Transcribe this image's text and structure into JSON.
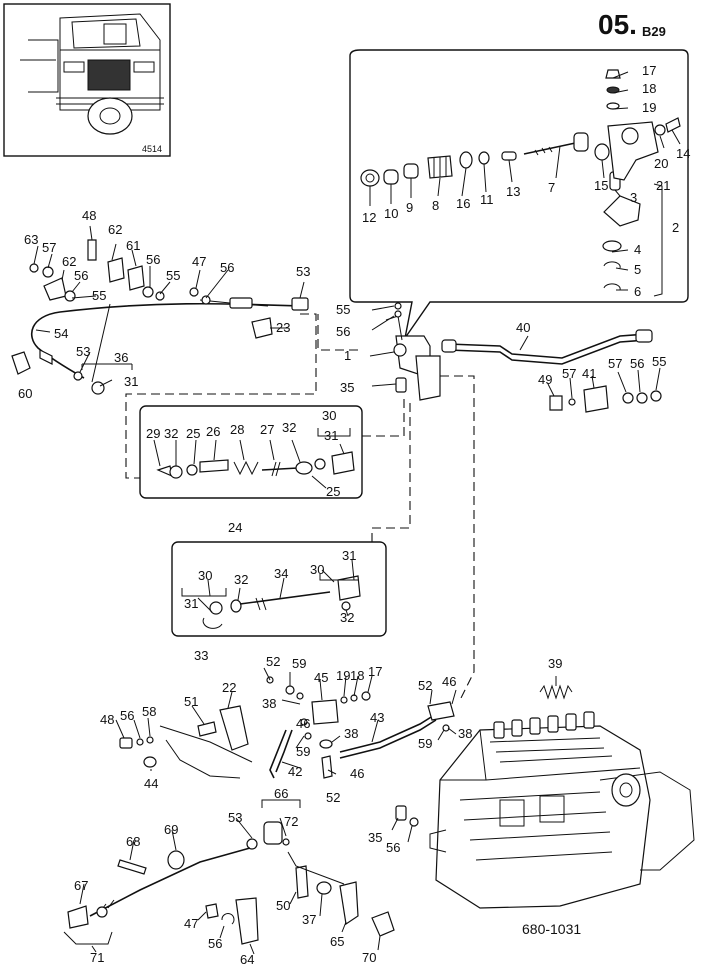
{
  "page": {
    "section": "05.",
    "section_suffix": "B29",
    "drawing_number": "680-1031",
    "inset_number": "4514"
  },
  "callouts": [
    {
      "id": "c17",
      "text": "17"
    },
    {
      "id": "c18",
      "text": "18"
    },
    {
      "id": "c19",
      "text": "19"
    },
    {
      "id": "c14",
      "text": "14"
    },
    {
      "id": "c20",
      "text": "20"
    },
    {
      "id": "c21",
      "text": "21"
    },
    {
      "id": "c15",
      "text": "15"
    },
    {
      "id": "c3",
      "text": "3"
    },
    {
      "id": "c2",
      "text": "2"
    },
    {
      "id": "c4",
      "text": "4"
    },
    {
      "id": "c5",
      "text": "5"
    },
    {
      "id": "c6",
      "text": "6"
    },
    {
      "id": "c7",
      "text": "7"
    },
    {
      "id": "c13",
      "text": "13"
    },
    {
      "id": "c11",
      "text": "11"
    },
    {
      "id": "c16",
      "text": "16"
    },
    {
      "id": "c8",
      "text": "8"
    },
    {
      "id": "c9",
      "text": "9"
    },
    {
      "id": "c10",
      "text": "10"
    },
    {
      "id": "c12",
      "text": "12"
    },
    {
      "id": "c48a",
      "text": "48"
    },
    {
      "id": "c63",
      "text": "63"
    },
    {
      "id": "c57a",
      "text": "57"
    },
    {
      "id": "c62a",
      "text": "62"
    },
    {
      "id": "c61",
      "text": "61"
    },
    {
      "id": "c62b",
      "text": "62"
    },
    {
      "id": "c56a",
      "text": "56"
    },
    {
      "id": "c56b",
      "text": "56"
    },
    {
      "id": "c55a",
      "text": "55"
    },
    {
      "id": "c47a",
      "text": "47"
    },
    {
      "id": "c56c",
      "text": "56"
    },
    {
      "id": "c53a",
      "text": "53"
    },
    {
      "id": "c55b",
      "text": "55"
    },
    {
      "id": "c23",
      "text": "23"
    },
    {
      "id": "c54",
      "text": "54"
    },
    {
      "id": "c53b",
      "text": "53"
    },
    {
      "id": "c36",
      "text": "36"
    },
    {
      "id": "c31a",
      "text": "31"
    },
    {
      "id": "c60",
      "text": "60"
    },
    {
      "id": "c55c",
      "text": "55"
    },
    {
      "id": "c56d",
      "text": "56"
    },
    {
      "id": "c1",
      "text": "1"
    },
    {
      "id": "c35a",
      "text": "35"
    },
    {
      "id": "c40",
      "text": "40"
    },
    {
      "id": "c49",
      "text": "49"
    },
    {
      "id": "c57b",
      "text": "57"
    },
    {
      "id": "c41",
      "text": "41"
    },
    {
      "id": "c57c",
      "text": "57"
    },
    {
      "id": "c56e",
      "text": "56"
    },
    {
      "id": "c55d",
      "text": "55"
    },
    {
      "id": "c29",
      "text": "29"
    },
    {
      "id": "c32a",
      "text": "32"
    },
    {
      "id": "c25a",
      "text": "25"
    },
    {
      "id": "c26",
      "text": "26"
    },
    {
      "id": "c28",
      "text": "28"
    },
    {
      "id": "c27",
      "text": "27"
    },
    {
      "id": "c32b",
      "text": "32"
    },
    {
      "id": "c30a",
      "text": "30"
    },
    {
      "id": "c31b",
      "text": "31"
    },
    {
      "id": "c25b",
      "text": "25"
    },
    {
      "id": "c24",
      "text": "24"
    },
    {
      "id": "c30b",
      "text": "30"
    },
    {
      "id": "c32c",
      "text": "32"
    },
    {
      "id": "c34",
      "text": "34"
    },
    {
      "id": "c30c",
      "text": "30"
    },
    {
      "id": "c31c",
      "text": "31"
    },
    {
      "id": "c31d",
      "text": "31"
    },
    {
      "id": "c32d",
      "text": "32"
    },
    {
      "id": "c33",
      "text": "33"
    },
    {
      "id": "c52a",
      "text": "52"
    },
    {
      "id": "c59a",
      "text": "59"
    },
    {
      "id": "c45",
      "text": "45"
    },
    {
      "id": "c19b",
      "text": "19"
    },
    {
      "id": "c18b",
      "text": "18"
    },
    {
      "id": "c17b",
      "text": "17"
    },
    {
      "id": "c22",
      "text": "22"
    },
    {
      "id": "c51",
      "text": "51"
    },
    {
      "id": "c38a",
      "text": "38"
    },
    {
      "id": "c48b",
      "text": "48"
    },
    {
      "id": "c56f",
      "text": "56"
    },
    {
      "id": "c58",
      "text": "58"
    },
    {
      "id": "c44",
      "text": "44"
    },
    {
      "id": "c46a",
      "text": "46"
    },
    {
      "id": "c38b",
      "text": "38"
    },
    {
      "id": "c59b",
      "text": "59"
    },
    {
      "id": "c42",
      "text": "42"
    },
    {
      "id": "c46b",
      "text": "46"
    },
    {
      "id": "c52b",
      "text": "52"
    },
    {
      "id": "c43",
      "text": "43"
    },
    {
      "id": "c52c",
      "text": "52"
    },
    {
      "id": "c46c",
      "text": "46"
    },
    {
      "id": "c59c",
      "text": "59"
    },
    {
      "id": "c38c",
      "text": "38"
    },
    {
      "id": "c39",
      "text": "39"
    },
    {
      "id": "c35b",
      "text": "35"
    },
    {
      "id": "c56g",
      "text": "56"
    },
    {
      "id": "c66",
      "text": "66"
    },
    {
      "id": "c53c",
      "text": "53"
    },
    {
      "id": "c72",
      "text": "72"
    },
    {
      "id": "c69",
      "text": "69"
    },
    {
      "id": "c68",
      "text": "68"
    },
    {
      "id": "c67",
      "text": "67"
    },
    {
      "id": "c71",
      "text": "71"
    },
    {
      "id": "c50",
      "text": "50"
    },
    {
      "id": "c37",
      "text": "37"
    },
    {
      "id": "c65",
      "text": "65"
    },
    {
      "id": "c70",
      "text": "70"
    },
    {
      "id": "c47b",
      "text": "47"
    },
    {
      "id": "c56h",
      "text": "56"
    },
    {
      "id": "c64",
      "text": "64"
    }
  ]
}
